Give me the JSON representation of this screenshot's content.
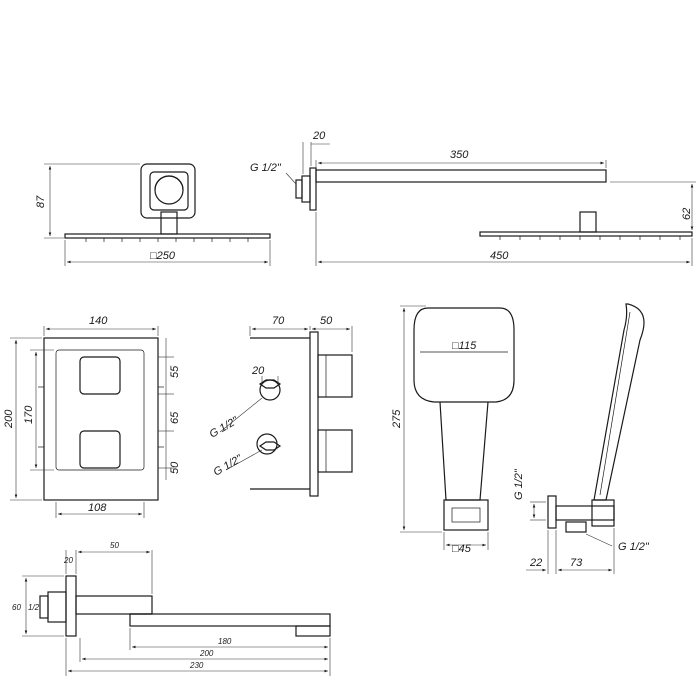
{
  "views": {
    "head_front": {
      "height": "87",
      "width": "□250"
    },
    "head_side": {
      "thread": "G 1/2\"",
      "flange": "20",
      "arm_length": "350",
      "total_length": "450",
      "head_height": "62"
    },
    "mixer_front": {
      "outer_width": "140",
      "outer_height": "200",
      "inner_height": "170",
      "inner_width": "108",
      "upper_offset": "55",
      "spacing": "65",
      "lower_offset": "50"
    },
    "mixer_side": {
      "depth_body": "70",
      "depth_front": "50",
      "hex": "20",
      "inlet_top": "G 1/2\"",
      "inlet_bottom": "G 1/2\""
    },
    "hand_shower": {
      "head_size": "□115",
      "length": "275",
      "handle": "□45"
    },
    "wall_outlet": {
      "thread_side": "G 1/2\"",
      "depth": "22",
      "length": "73",
      "thread_bottom": "G 1/2\""
    },
    "spout": {
      "flange": "20",
      "top": "50",
      "left_top": "60",
      "left_thread": "1/2",
      "d1": "180",
      "d2": "200",
      "d3": "230"
    }
  }
}
